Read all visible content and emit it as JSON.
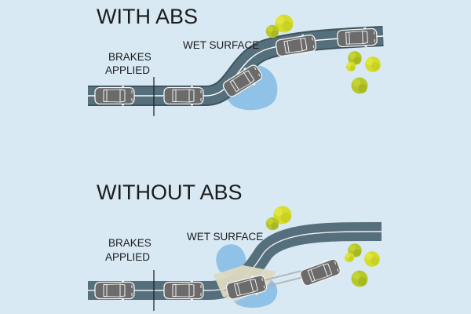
{
  "colors": {
    "background": "#d9e9f4",
    "road": "#566f7c",
    "road_edge": "#3e5561",
    "lane_line": "#ffffff",
    "wet_surface": "#8fc2e6",
    "skid_zone": "#ddd9c0",
    "tree_light": "#d6dc2b",
    "tree_dark": "#b6c72a",
    "car_body": "#6b6b6b",
    "car_outline": "#f2f2f2",
    "text": "#1b1b1b"
  },
  "panels": [
    {
      "title": "WITH ABS",
      "brakes_label_line1": "BRAKES",
      "brakes_label_line2": "APPLIED",
      "wet_label": "WET SURFACE"
    },
    {
      "title": "WITHOUT ABS",
      "brakes_label_line1": "BRAKES",
      "brakes_label_line2": "APPLIED",
      "wet_label": "WET SURFACE"
    }
  ],
  "icons": {
    "car": "car-top-view-icon",
    "tree": "tree-bush-icon",
    "puddle": "water-puddle-icon"
  }
}
